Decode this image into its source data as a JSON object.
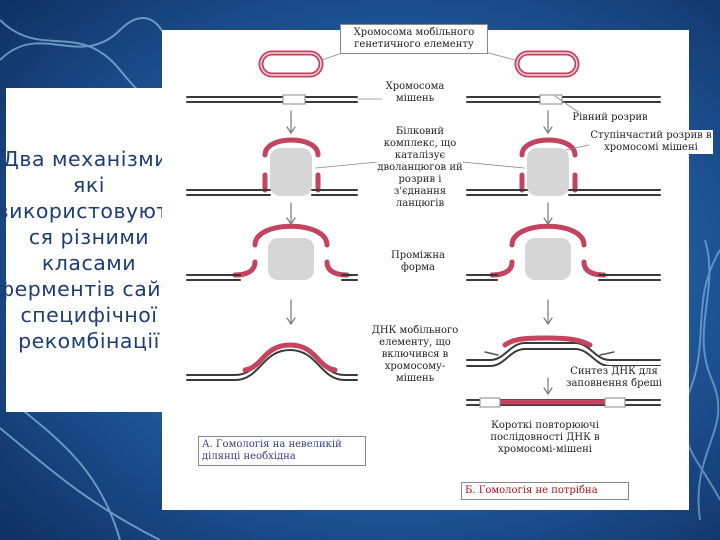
{
  "slide_title": "Два механізми, які використовують ся різними класами ферментів сайт-специфічної рекомбінації",
  "labels": {
    "mobile_chromosome": "Хромосома мобільного генетичного елементу",
    "target_chromosome": "Хромосома мішень",
    "protein_complex": "Білковий комплекс, що каталізує дволанцюгов ий розрив і з'єднання ланцюгів",
    "intermediate": "Проміжна форма",
    "dna_inserted": "ДНК мобільного елементу, що включився в хромосому-мішень",
    "blunt_break": "Рівний розрив",
    "staggered_break": "Ступінчастий розрив в хромосомі мішені",
    "dna_synthesis": "Синтез ДНК для заповнення бреші",
    "short_repeats": "Короткі повторюючі послідовності ДНК в хромосомі-мішені",
    "caption_a": "А. Гомологія на невеликій ділянці необхідна",
    "caption_b": "Б. Гомологія не потрібна"
  },
  "colors": {
    "mobile_dna": "#c4435f",
    "target_dna": "#3a3a3a",
    "protein": "#d6d6d6",
    "title_text": "#1f3d73",
    "caption_a": "#3a3a8a",
    "caption_b": "#b01010"
  }
}
